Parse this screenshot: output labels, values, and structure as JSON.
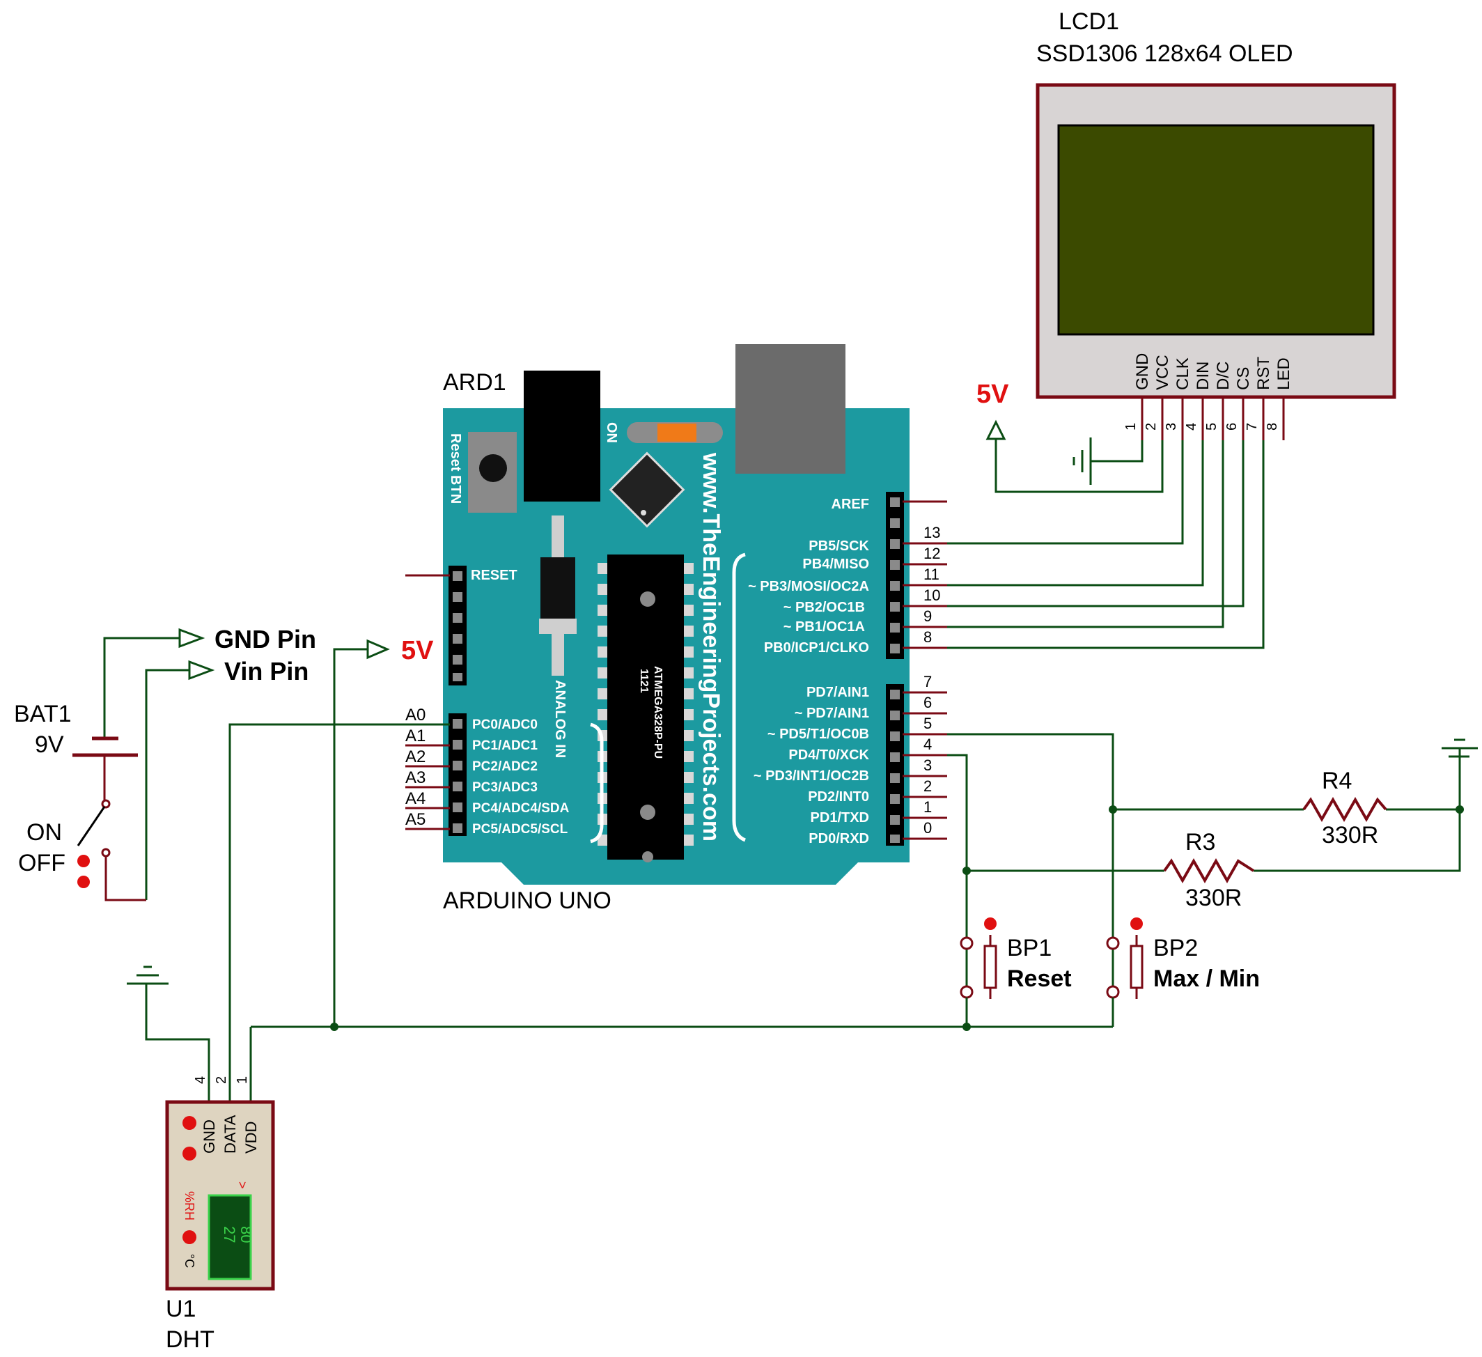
{
  "lcd": {
    "ref": "LCD1",
    "model": "SSD1306  128x64 OLED",
    "pin_names": [
      "GND",
      "VCC",
      "CLK",
      "DIN",
      "D/C",
      "CS",
      "RST",
      "LED"
    ],
    "pin_numbers": [
      "1",
      "2",
      "3",
      "4",
      "5",
      "6",
      "7",
      "8"
    ]
  },
  "power": {
    "label": "5V"
  },
  "arduino": {
    "ref": "ARD1",
    "name": "ARDUINO UNO",
    "reset_btn": "Reset BTN",
    "on_label": "ON",
    "analog_in": "ANALOG IN",
    "website": "www.TheEngineeringProjects.com",
    "chip_line1": "1121",
    "chip_line2": "ATMEGA328P-PU",
    "reset_pin": "RESET",
    "top_header": [
      "AREF",
      "PB5/SCK",
      "PB4/MISO",
      "~ PB3/MOSI/OC2A",
      "~ PB2/OC1B",
      "~ PB1/OC1A",
      "PB0/ICP1/CLKO"
    ],
    "top_numbers": [
      "13",
      "12",
      "11",
      "10",
      "9",
      "8"
    ],
    "bottom_header": [
      "PD7/AIN1",
      "~ PD7/AIN1",
      "~ PD5/T1/OC0B",
      "PD4/T0/XCK",
      "~ PD3/INT1/OC2B",
      "PD2/INT0",
      "PD1/TXD",
      "PD0/RXD"
    ],
    "bottom_numbers": [
      "7",
      "6",
      "5",
      "4",
      "3",
      "2",
      "1",
      "0"
    ],
    "analog_pins": [
      "PC0/ADC0",
      "PC1/ADC1",
      "PC2/ADC2",
      "PC3/ADC3",
      "PC4/ADC4/SDA",
      "PC5/ADC5/SCL"
    ],
    "analog_numbers": [
      "A0",
      "A1",
      "A2",
      "A3",
      "A4",
      "A5"
    ]
  },
  "battery": {
    "ref": "BAT1",
    "value": "9V",
    "gnd_terminal": "GND Pin",
    "vin_terminal": "Vin Pin",
    "switch_on": "ON",
    "switch_off": "OFF"
  },
  "resistors": [
    {
      "ref": "R4",
      "value": "330R"
    },
    {
      "ref": "R3",
      "value": "330R"
    }
  ],
  "buttons": [
    {
      "ref": "BP1",
      "label": "Reset"
    },
    {
      "ref": "BP2",
      "label": "Max / Min"
    }
  ],
  "dht": {
    "ref": "U1",
    "type": "DHT",
    "pin_names": [
      "GND",
      "DATA",
      "VDD"
    ],
    "pin_numbers": [
      "4",
      "2",
      "1"
    ],
    "humidity_unit": "%RH",
    "temp_unit": "°C",
    "humidity": "80",
    "temperature": "27"
  },
  "colors": {
    "board": "#1c9aa0",
    "wire": "#0b4d14",
    "pin": "#7a0a14",
    "power_label": "#e01010",
    "oled_screen": "#3b4a00",
    "lcd_frame": "#d8d4d4"
  }
}
